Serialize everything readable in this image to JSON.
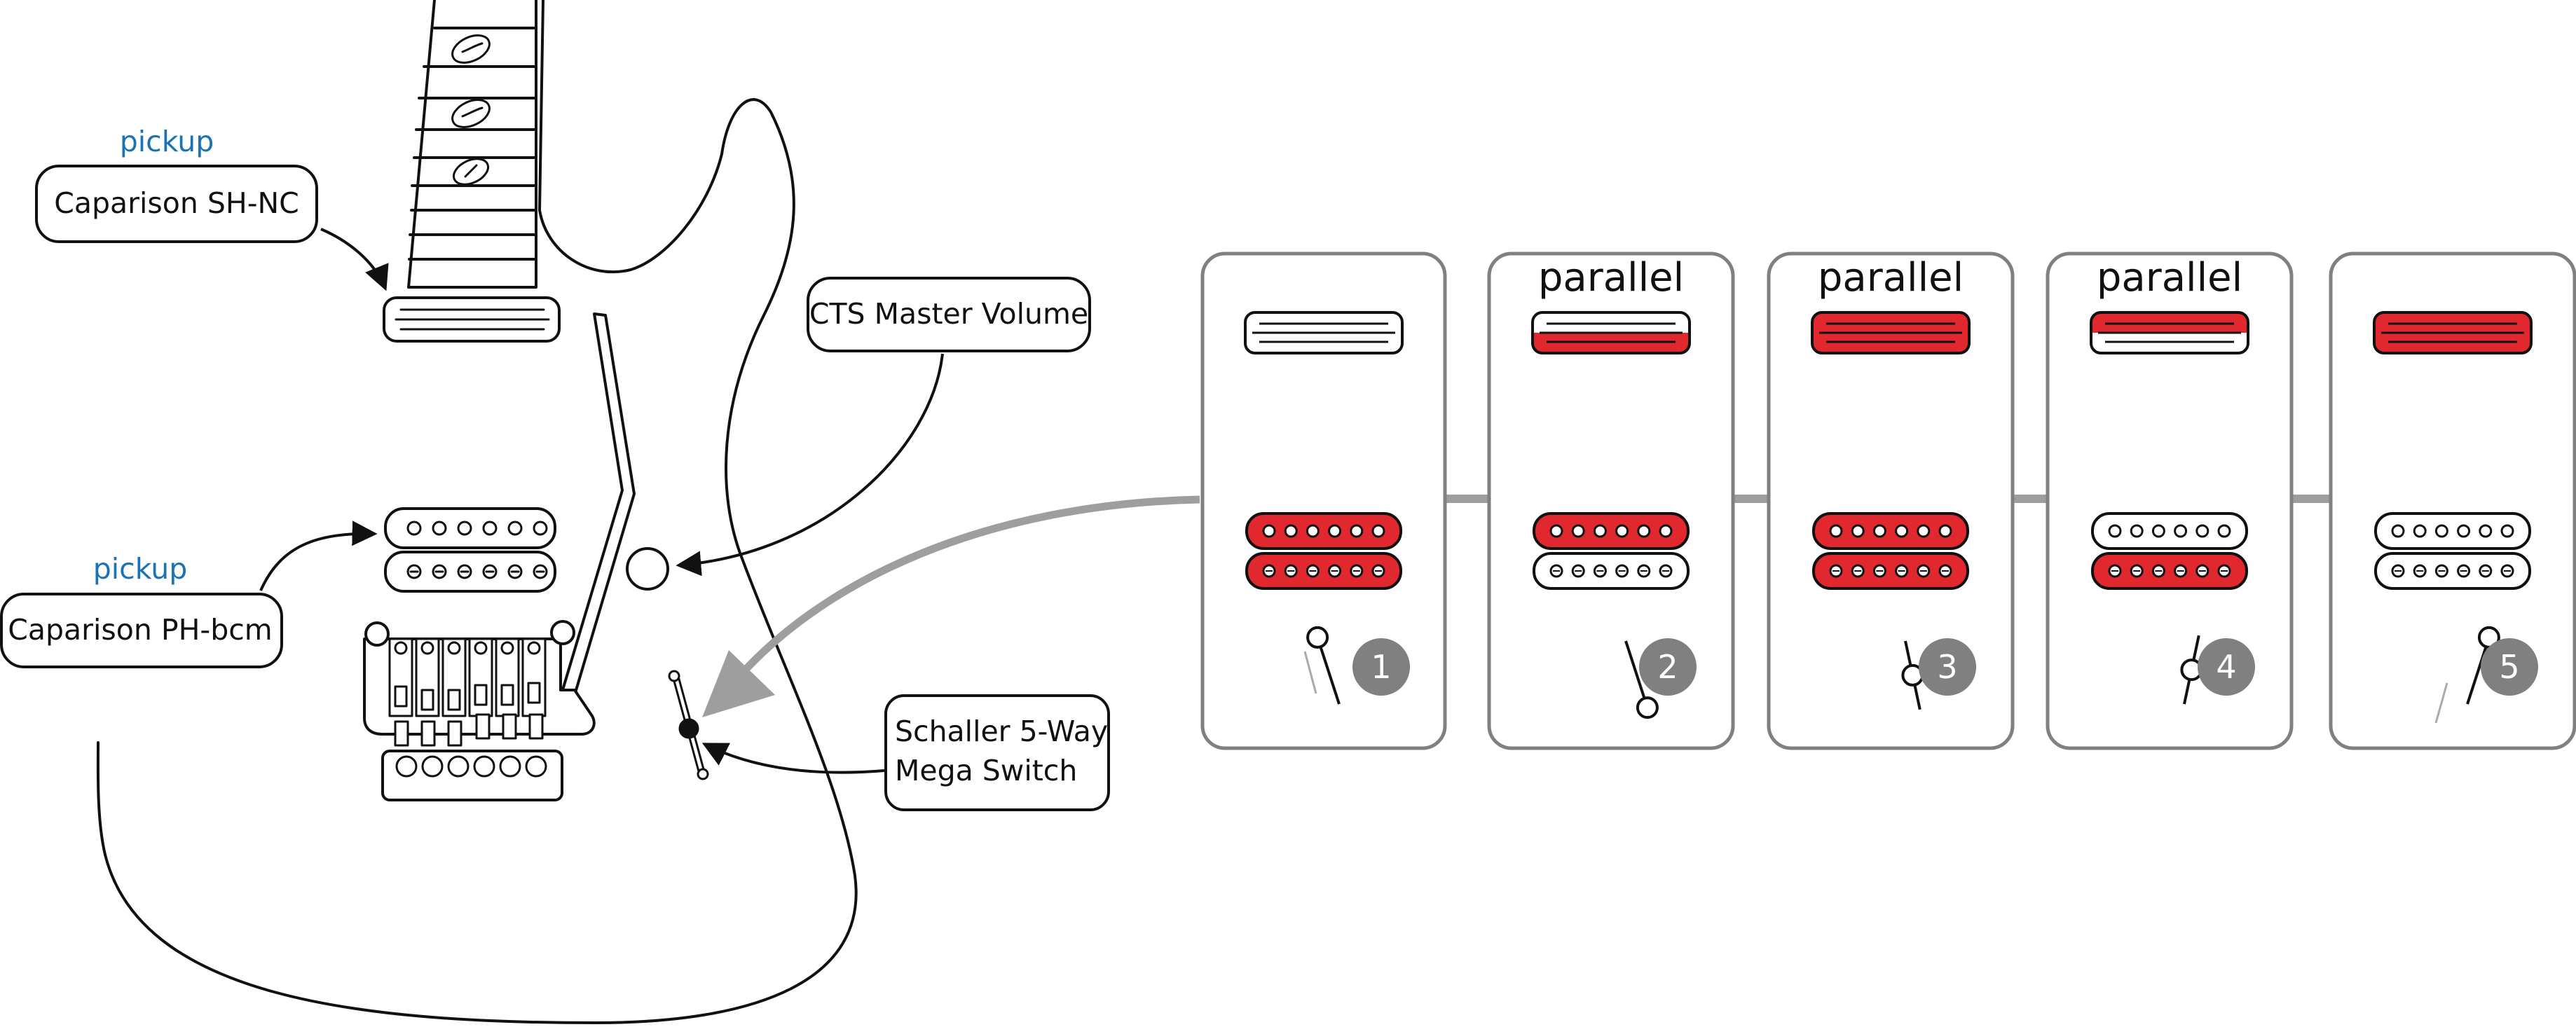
{
  "callouts": {
    "neck_pickup": {
      "tag": "pickup",
      "label": "Caparison SH-NC"
    },
    "bridge_pickup": {
      "tag": "pickup",
      "label": "Caparison PH-bcm"
    },
    "volume": {
      "label": "CTS Master Volume"
    },
    "switch": {
      "line1": "Schaller 5-Way",
      "line2": "Mega Switch"
    }
  },
  "positions": [
    {
      "number": "1",
      "mode": "",
      "neck_pickup": "off",
      "bridge_upper_coil": "on",
      "bridge_lower_coil": "on"
    },
    {
      "number": "2",
      "mode": "parallel",
      "neck_pickup": "lower coil on",
      "bridge_upper_coil": "on",
      "bridge_lower_coil": "off"
    },
    {
      "number": "3",
      "mode": "parallel",
      "neck_pickup": "on",
      "bridge_upper_coil": "on",
      "bridge_lower_coil": "on"
    },
    {
      "number": "4",
      "mode": "parallel",
      "neck_pickup": "upper coil on",
      "bridge_upper_coil": "off",
      "bridge_lower_coil": "on"
    },
    {
      "number": "5",
      "mode": "",
      "neck_pickup": "on",
      "bridge_upper_coil": "off",
      "bridge_lower_coil": "off"
    }
  ],
  "colors": {
    "active_coil": "#e0282e",
    "inactive_coil": "#ffffff",
    "panel_border": "#808080",
    "number_badge": "#808080",
    "tag_text": "#1a73b5",
    "pointer_arrow": "#9e9e9e"
  },
  "icons": {
    "selector_lever": "lever-icon",
    "position_badge": "number-badge-icon"
  }
}
